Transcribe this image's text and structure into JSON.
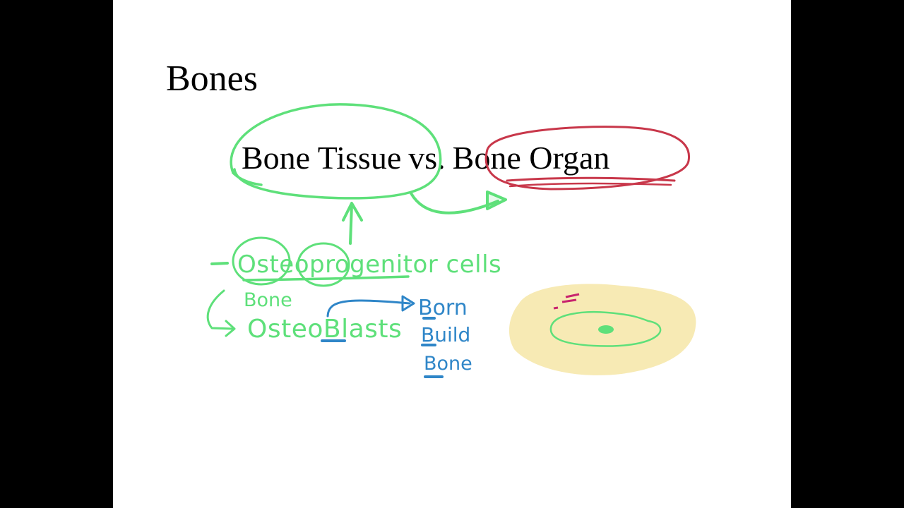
{
  "slide": {
    "title": "Bones",
    "compare": {
      "left": "Bone Tissue",
      "separator": "vs.",
      "right": "Bone Organ"
    }
  },
  "annotations": {
    "osteoprogenitor": "Osteoprogenitor cells",
    "bone_word": "Bone",
    "osteoblasts": "OsteoBlasts",
    "mnemonic": [
      "Born",
      "Build",
      "Bone"
    ]
  },
  "colors": {
    "green_ink": "#5ee07a",
    "blue_ink": "#2f86c8",
    "red_ink": "#c8374a",
    "magenta_ink": "#c8246e",
    "cell_fill": "#f7eab4"
  }
}
